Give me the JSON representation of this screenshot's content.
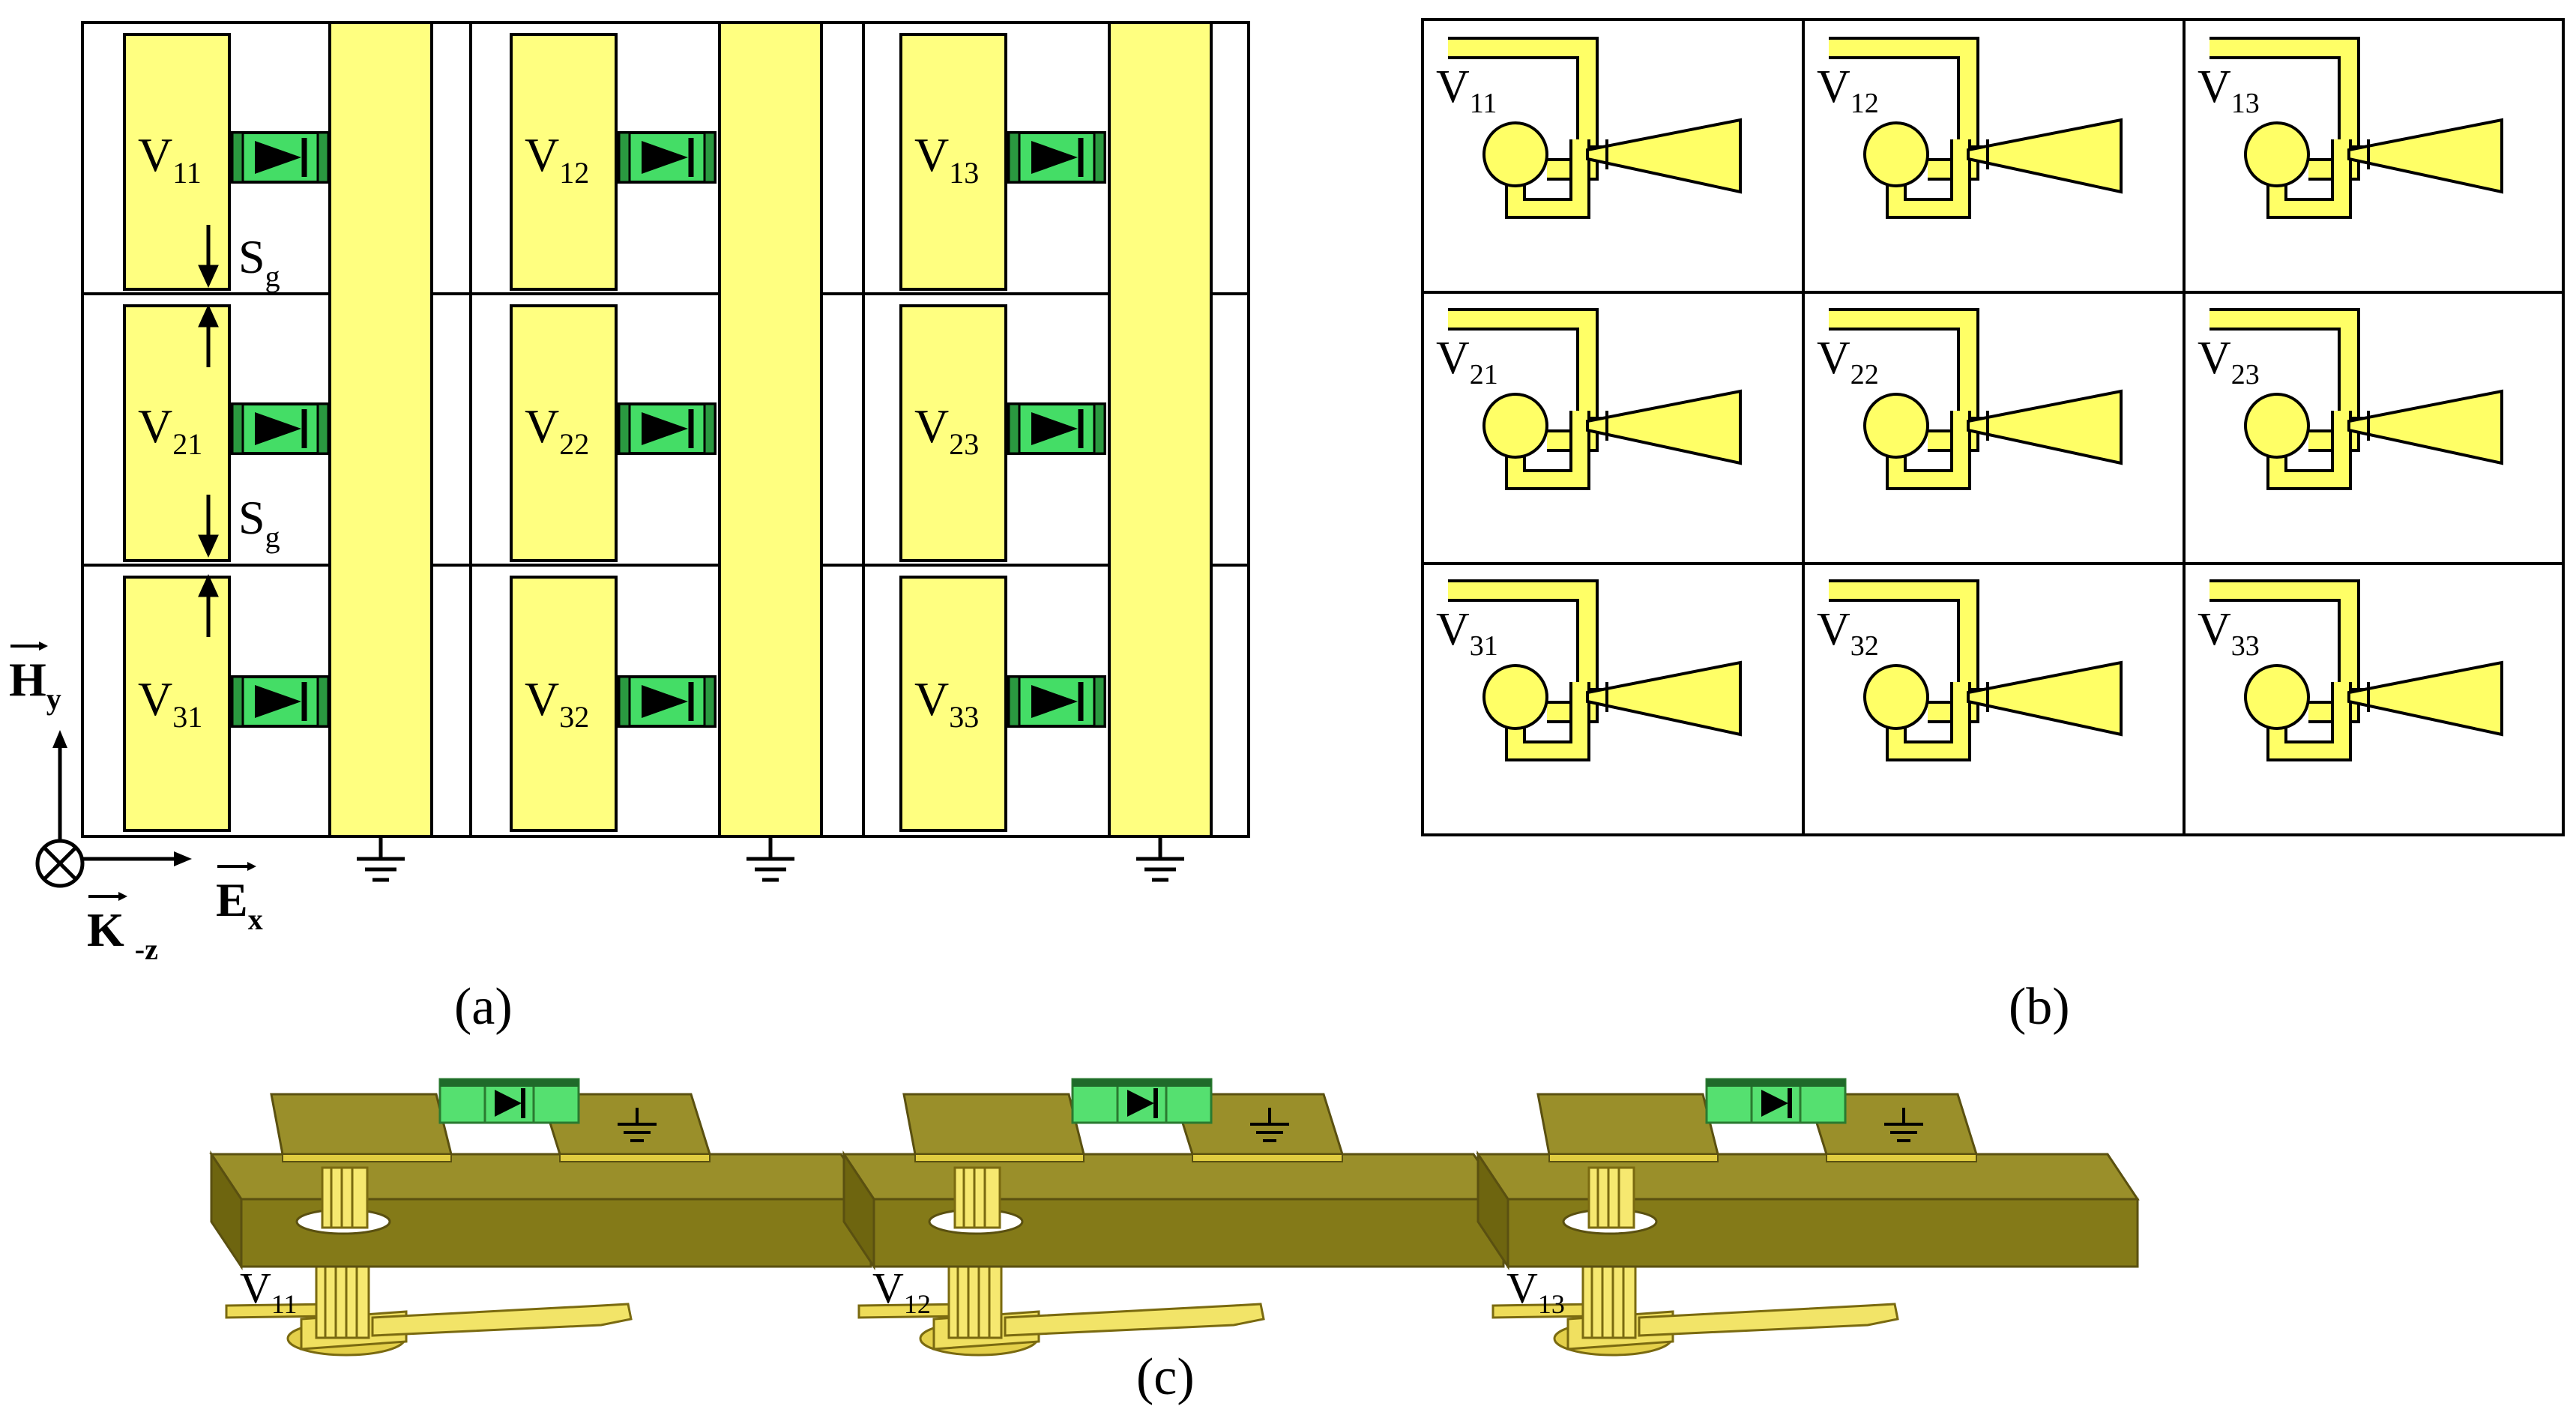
{
  "figure": {
    "panel_a": {
      "caption": "(a)",
      "cells": [
        {
          "v": "V",
          "sub": "11"
        },
        {
          "v": "V",
          "sub": "12"
        },
        {
          "v": "V",
          "sub": "13"
        },
        {
          "v": "V",
          "sub": "21"
        },
        {
          "v": "V",
          "sub": "22"
        },
        {
          "v": "V",
          "sub": "23"
        },
        {
          "v": "V",
          "sub": "31"
        },
        {
          "v": "V",
          "sub": "32"
        },
        {
          "v": "V",
          "sub": "33"
        }
      ],
      "gap_label": {
        "main": "S",
        "sub": "g"
      },
      "axes": {
        "h": {
          "main": "H",
          "sub": "y"
        },
        "e": {
          "main": "E",
          "sub": "x"
        },
        "k": {
          "main": "K",
          "sub": "-z"
        }
      }
    },
    "panel_b": {
      "caption": "(b)",
      "cells": [
        {
          "v": "V",
          "sub": "11"
        },
        {
          "v": "V",
          "sub": "12"
        },
        {
          "v": "V",
          "sub": "13"
        },
        {
          "v": "V",
          "sub": "21"
        },
        {
          "v": "V",
          "sub": "22"
        },
        {
          "v": "V",
          "sub": "23"
        },
        {
          "v": "V",
          "sub": "31"
        },
        {
          "v": "V",
          "sub": "32"
        },
        {
          "v": "V",
          "sub": "33"
        }
      ]
    },
    "panel_c": {
      "caption": "(c)",
      "units": [
        {
          "v": "V",
          "sub": "11"
        },
        {
          "v": "V",
          "sub": "12"
        },
        {
          "v": "V",
          "sub": "13"
        }
      ]
    },
    "colors": {
      "patch_yellow": "#ffff80",
      "diode_green": "#44dd66",
      "olive_substrate": "#8a7f1e",
      "gold_metal": "#d8c830"
    }
  }
}
